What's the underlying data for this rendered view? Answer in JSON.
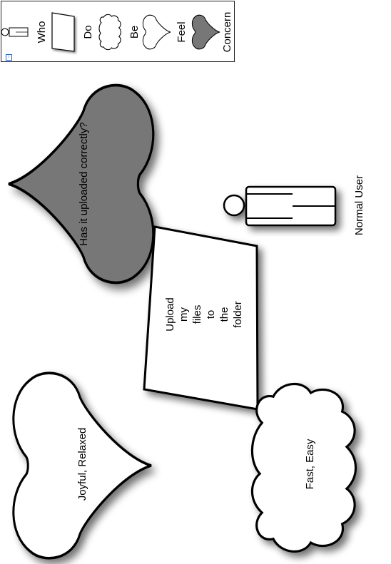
{
  "legend": {
    "items": [
      {
        "label": "Who",
        "icon": "person-icon"
      },
      {
        "label": "Do",
        "icon": "cloud-icon"
      },
      {
        "label": "Be",
        "icon": "heart-outline-icon"
      },
      {
        "label": "Feel",
        "icon": "heart-outline-icon"
      },
      {
        "label": "Concern",
        "icon": "heart-filled-icon"
      }
    ],
    "info_glyph": "i"
  },
  "diagram": {
    "concern_text": "Has it uploaded correctly?",
    "task_lines": [
      "Upload",
      "my",
      "files",
      "to",
      "the",
      "folder"
    ],
    "persona_label": "Normal User",
    "feel_text": "Joyful, Relaxed",
    "do_text": "Fast, Easy"
  },
  "colors": {
    "concern_fill": "#777777",
    "stroke": "#000000",
    "background": "#ffffff"
  }
}
